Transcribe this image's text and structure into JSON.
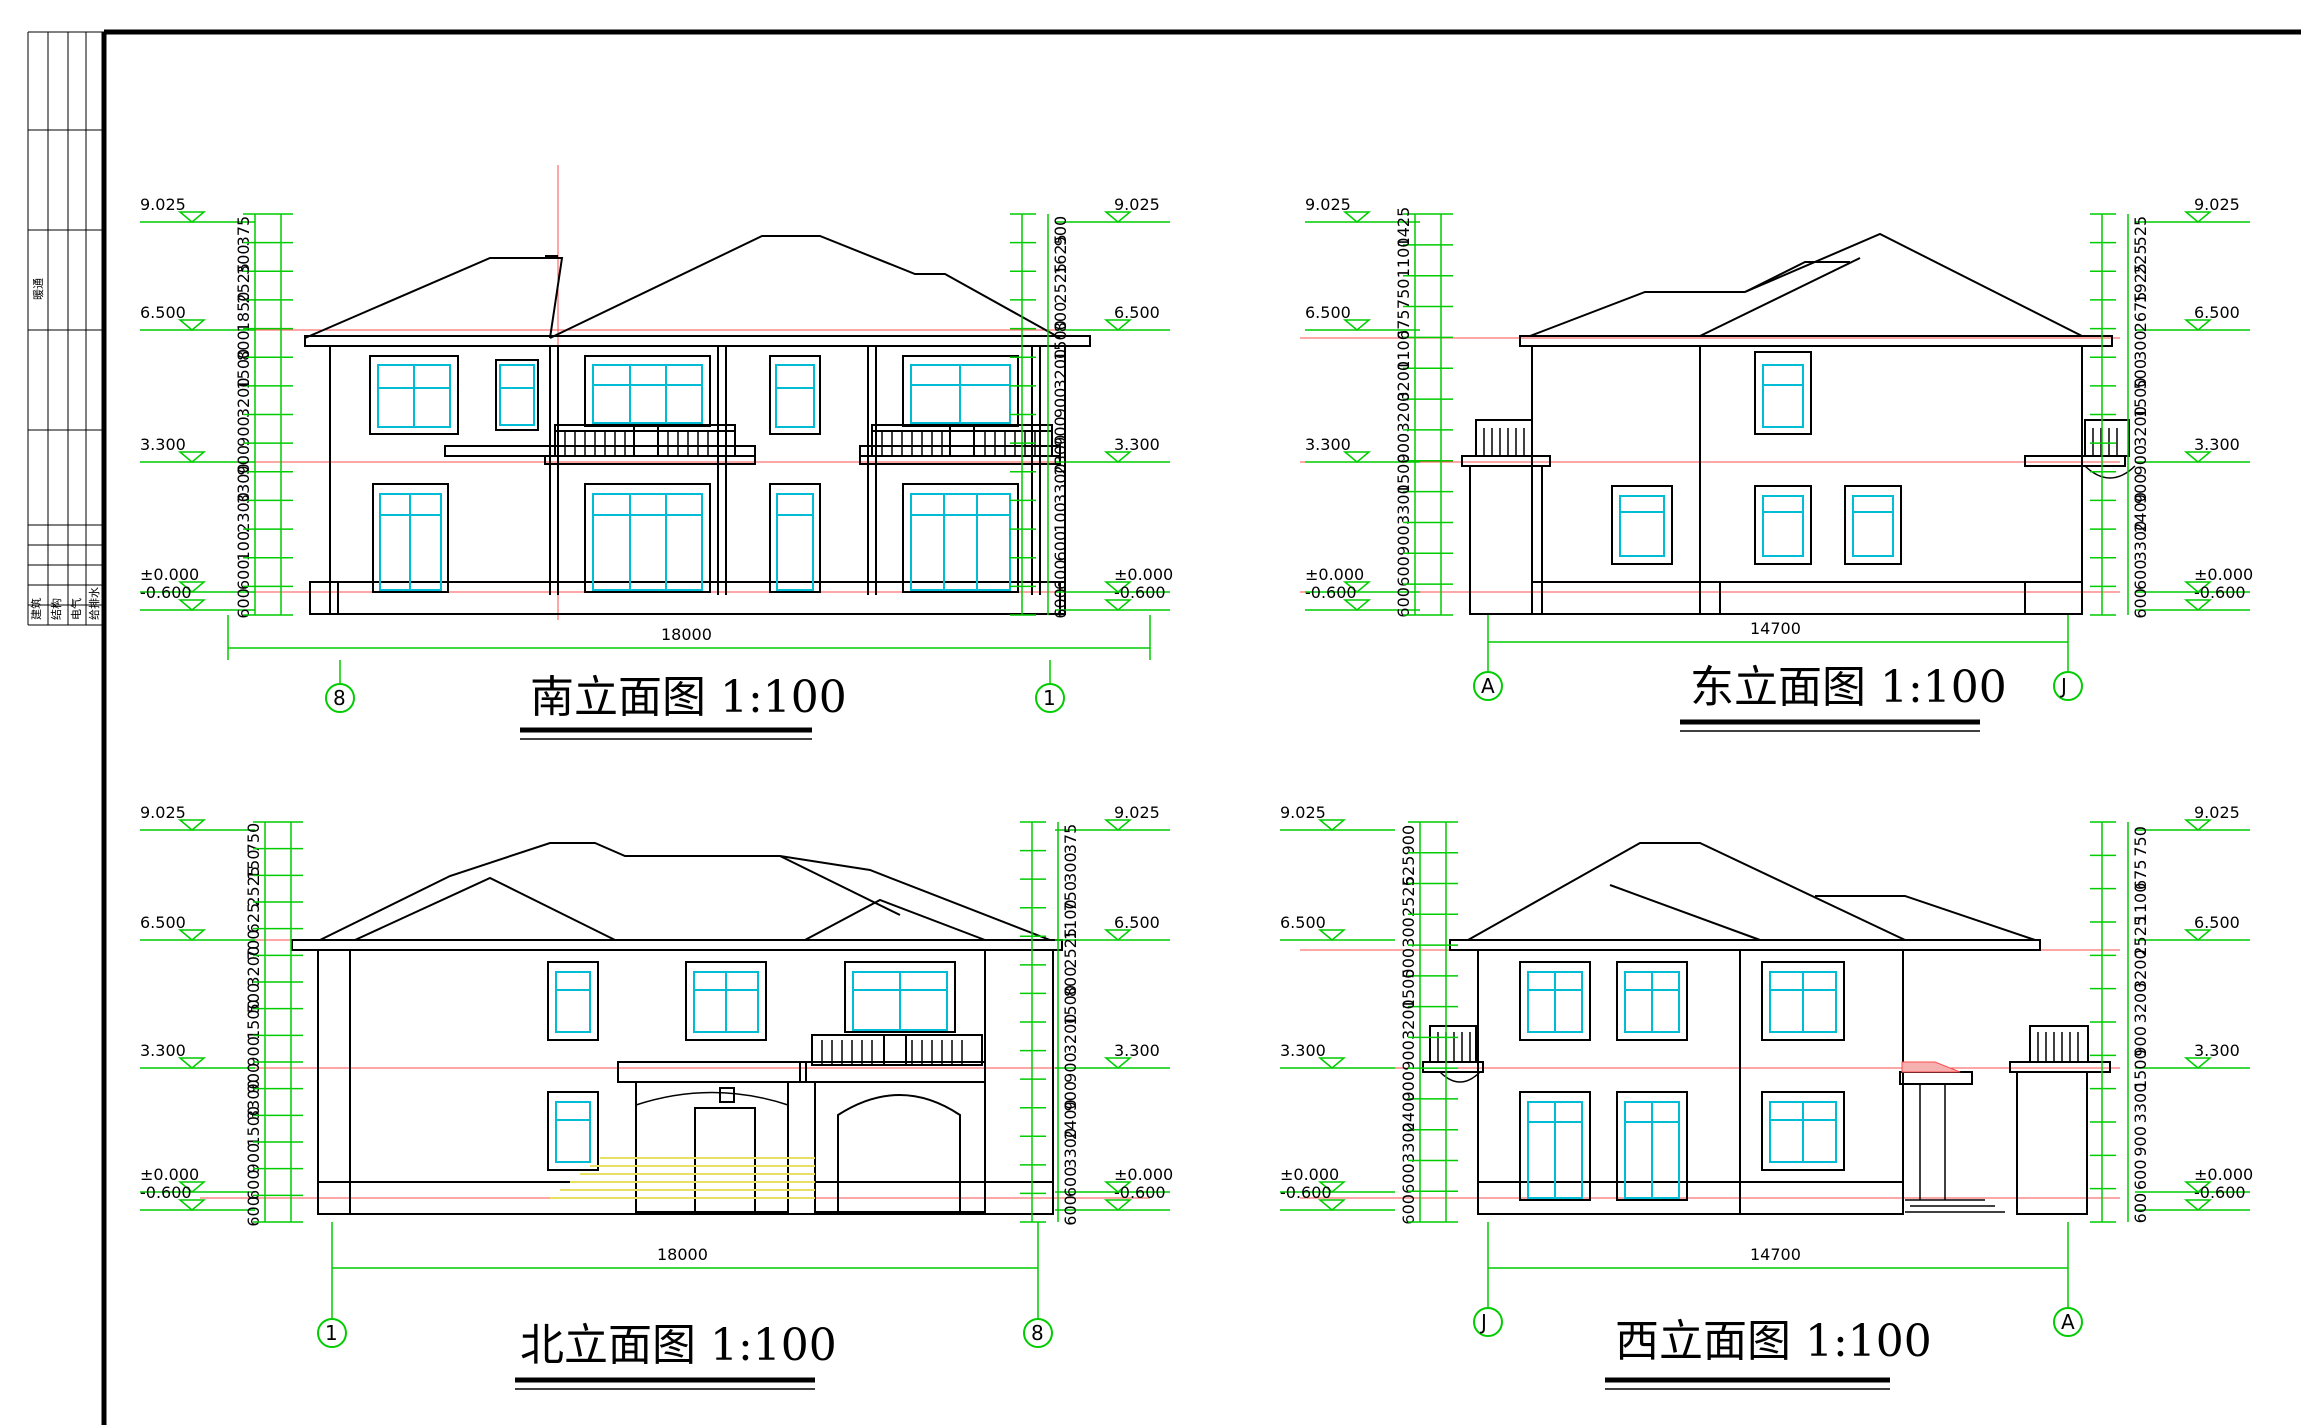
{
  "colors": {
    "line": "#000000",
    "dim": "#00cc00",
    "window": "#00bcd4",
    "axis": "#ff4d4d",
    "step": "#e8e060"
  },
  "side_panel": {
    "top": "暖通",
    "a": "建筑",
    "b": "结构",
    "c": "电气",
    "d": "给排水"
  },
  "views": [
    {
      "title": "南立面图  1:100",
      "total": "18000",
      "axis_left": "8",
      "axis_right": "1",
      "lv_top": "9.025",
      "lv_2f": "6.500",
      "lv_1f": "3.300",
      "lv_0": "±0.000",
      "lv_neg": "-0.600",
      "left_dims": [
        "375",
        "300",
        "2525",
        "1850",
        "800",
        "1500",
        "3200",
        "900",
        "900",
        "3300",
        "2300",
        "100",
        "600",
        "600"
      ],
      "right_dims": [
        "900",
        "1625",
        "2525",
        "800",
        "1500",
        "3200",
        "900",
        "900",
        "2300",
        "3300",
        "100",
        "600",
        "600",
        "600"
      ]
    },
    {
      "title": "东立面图  1:100",
      "total": "14700",
      "axis_left": "A",
      "axis_right": "J",
      "lv_top": "9.025",
      "lv_2f": "6.500",
      "lv_1f": "3.300",
      "lv_0": "±0.000",
      "lv_neg": "-0.600",
      "left_dims": [
        "1425",
        "1100",
        "750",
        "675",
        "1100",
        "3200",
        "3200",
        "900",
        "1500",
        "3300",
        "900",
        "600",
        "600"
      ],
      "right_dims": [
        "525",
        "225",
        "1925",
        "2675",
        "300",
        "500",
        "1500",
        "3200",
        "900",
        "900",
        "2400",
        "3300",
        "600",
        "600"
      ]
    },
    {
      "title": "北立面图  1:100",
      "total": "18000",
      "axis_left": "1",
      "axis_right": "8",
      "lv_top": "9.025",
      "lv_2f": "6.500",
      "lv_1f": "3.300",
      "lv_0": "±0.000",
      "lv_neg": "-0.600",
      "left_dims": [
        "750",
        "150",
        "2525",
        "625",
        "700",
        "3200",
        "500",
        "1500",
        "900",
        "900",
        "3300",
        "1500",
        "900",
        "600",
        "600"
      ],
      "right_dims": [
        "375",
        "300",
        "750",
        "1100",
        "2525",
        "800",
        "1500",
        "3200",
        "900",
        "900",
        "2400",
        "3300",
        "600",
        "600"
      ]
    },
    {
      "title": "西立面图  1:100",
      "total": "14700",
      "axis_left": "J",
      "axis_right": "A",
      "lv_top": "9.025",
      "lv_2f": "6.500",
      "lv_1f": "3.300",
      "lv_0": "±0.000",
      "lv_neg": "-0.600",
      "left_dims": [
        "900",
        "625",
        "2525",
        "300",
        "500",
        "1500",
        "3200",
        "900",
        "900",
        "2400",
        "3300",
        "600",
        "600"
      ],
      "right_dims": [
        "750",
        "675",
        "1100",
        "2525",
        "3200",
        "3200",
        "900",
        "1500",
        "3300",
        "900",
        "600",
        "600"
      ]
    }
  ]
}
